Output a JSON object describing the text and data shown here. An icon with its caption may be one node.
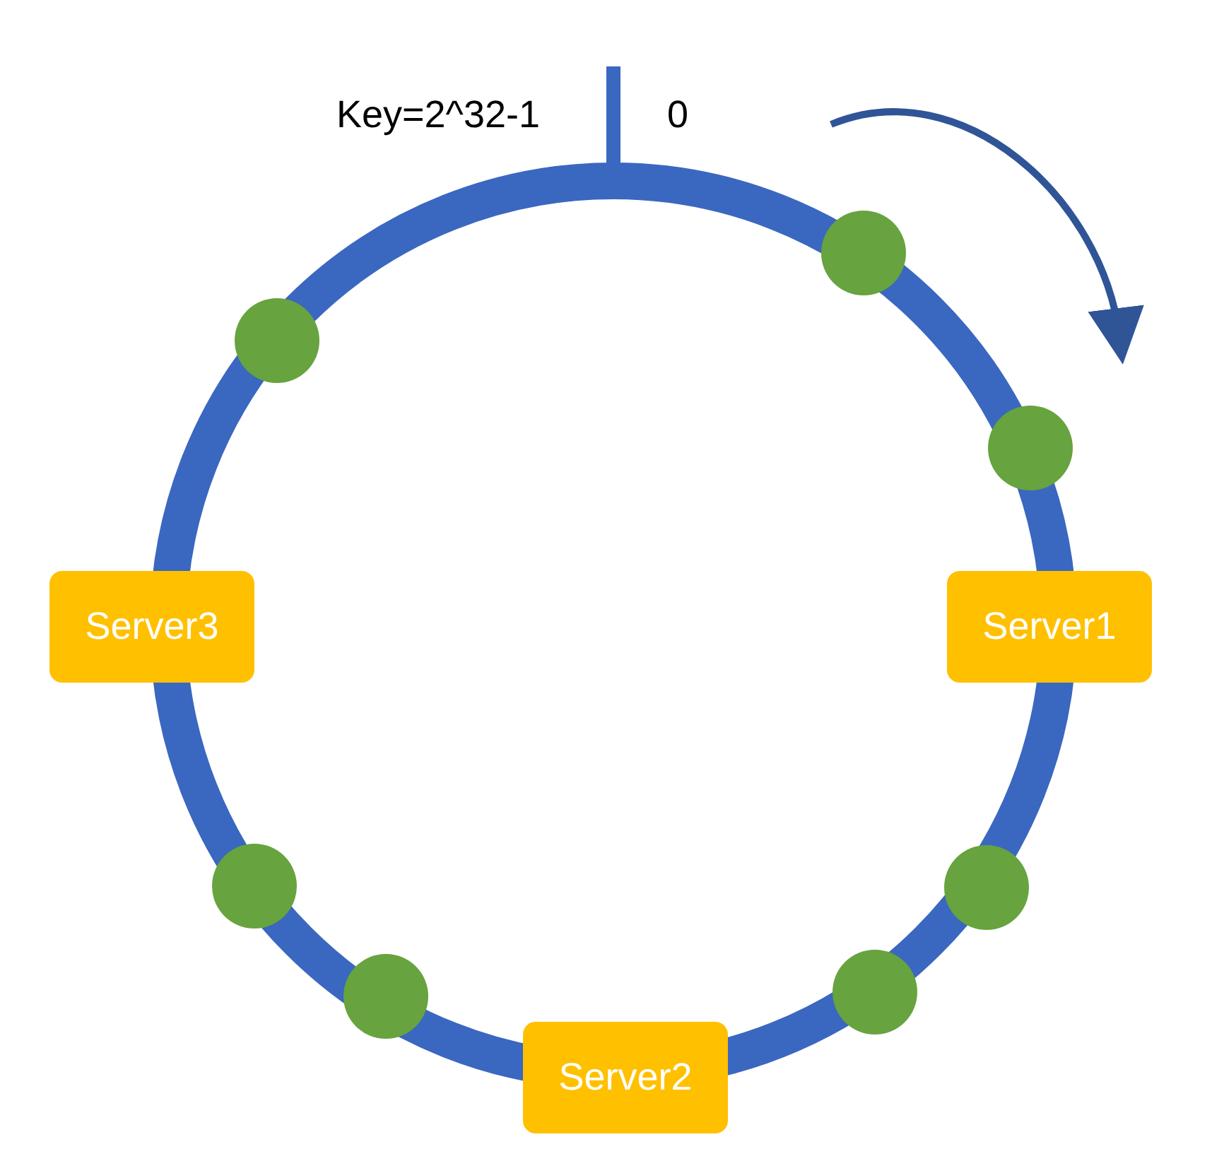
{
  "diagram": {
    "nodes": [
      {
        "text": [
          "Server3"
        ]
      },
      {
        "text": [
          "Server1"
        ]
      },
      {
        "text": [
          "Server2"
        ]
      },
      {
        "text": [],
        "shape": "circle"
      },
      {
        "text": [],
        "shape": "circle"
      },
      {
        "text": [],
        "shape": "circle"
      },
      {
        "text": [],
        "shape": "circle"
      },
      {
        "text": [],
        "shape": "circle"
      },
      {
        "text": [],
        "shape": "circle"
      },
      {
        "text": [],
        "shape": "circle"
      }
    ],
    "labels": [
      "Key=2^32-1",
      "0"
    ]
  }
}
